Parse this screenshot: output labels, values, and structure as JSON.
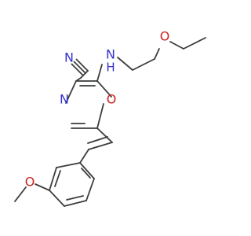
{
  "molecule": {
    "atoms": {
      "nitrile_n": "N",
      "amine_n": "N",
      "amine_h": "H",
      "ether_o_top": "O",
      "ring_n": "N",
      "ring_o": "O",
      "methoxy_o": "O"
    },
    "colors": {
      "carbon_bond": "#3d3d3d",
      "nitrogen": "#3333cc",
      "oxygen": "#cc2222"
    }
  }
}
